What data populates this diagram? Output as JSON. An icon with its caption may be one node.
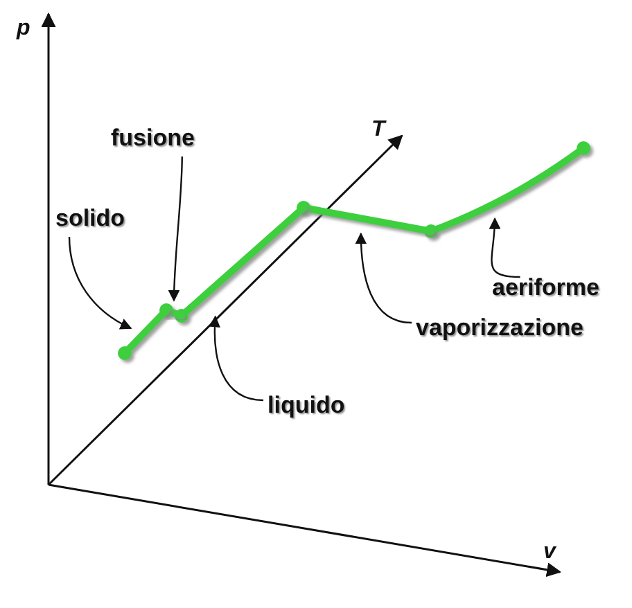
{
  "diagram": {
    "nodes": [
      {
        "text": [
          "fusione"
        ]
      },
      {
        "text": [
          "solido"
        ]
      },
      {
        "text": [
          "aeriforme"
        ]
      },
      {
        "text": [
          "vaporizzazione"
        ]
      },
      {
        "text": [
          "liquido"
        ]
      },
      {
        "text": [],
        "shape": "line"
      },
      {
        "text": [],
        "shape": "line"
      },
      {
        "text": [],
        "shape": "line"
      },
      {
        "text": [],
        "shape": "line"
      },
      {
        "text": [],
        "shape": "line"
      }
    ],
    "edges": [
      {
        "from": 1,
        "to": 5,
        "arrow": "to"
      },
      {
        "from": 0,
        "to": 6,
        "arrow": "to"
      },
      {
        "from": 4,
        "to": 7,
        "arrow": "to"
      },
      {
        "from": 3,
        "to": 8,
        "arrow": "to"
      },
      {
        "from": 2,
        "to": 9,
        "arrow": "to"
      }
    ],
    "labels": [
      "p",
      "T",
      "v"
    ]
  }
}
